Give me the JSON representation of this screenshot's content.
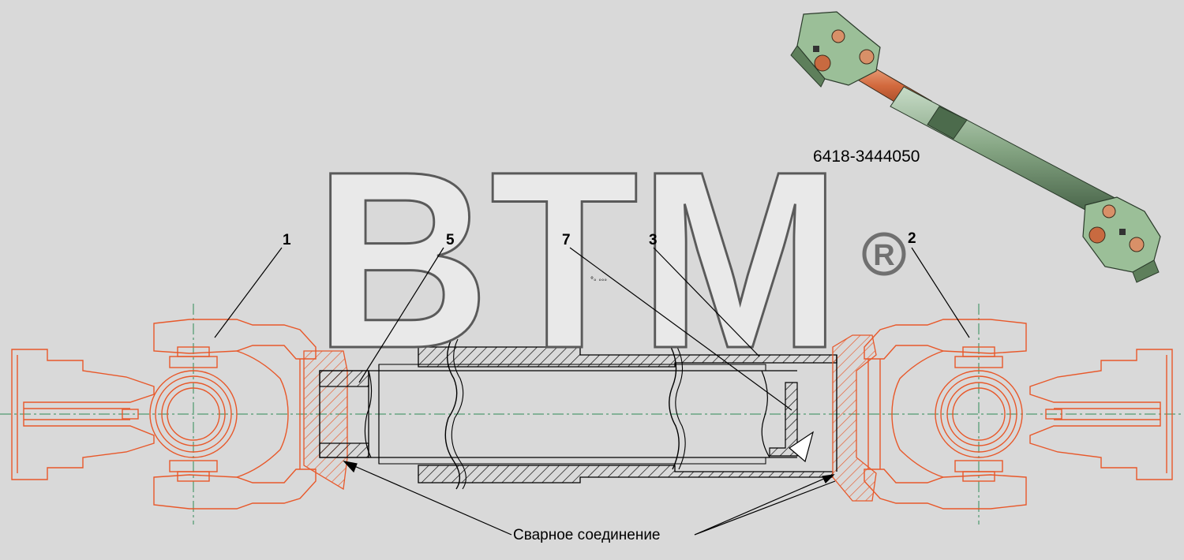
{
  "part_number": "6418-3444050",
  "callouts": [
    {
      "id": "callout-1",
      "text": "1"
    },
    {
      "id": "callout-5",
      "text": "5"
    },
    {
      "id": "callout-7",
      "text": "7"
    },
    {
      "id": "callout-3",
      "text": "3"
    },
    {
      "id": "callout-2",
      "text": "2"
    }
  ],
  "weld_note": "Сварное соединение",
  "watermark": {
    "text": "BTM",
    "mark": "®"
  },
  "colors": {
    "background": "#d9d9d9",
    "drawing_line": "#e8582a",
    "section_line": "#000000",
    "watermark_fill": "#ededed",
    "watermark_stroke": "#5a5a5a",
    "centerline": "#2e8b57"
  }
}
